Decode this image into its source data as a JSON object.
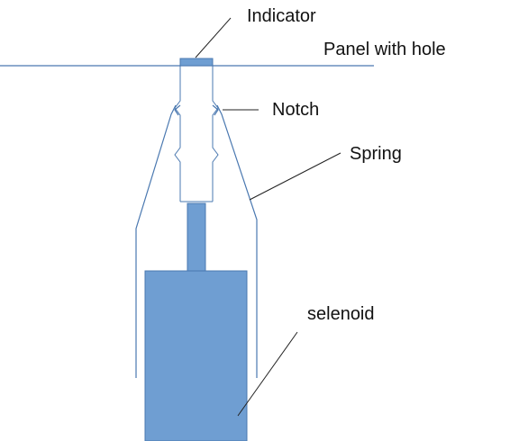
{
  "labels": {
    "indicator": "Indicator",
    "panel": "Panel with hole",
    "notch": "Notch",
    "spring": "Spring",
    "selenoid": "selenoid"
  },
  "colors": {
    "body_fill": "#6f9ed2",
    "body_stroke": "#4a78b0",
    "line": "#4a78b0",
    "leader": "#222222",
    "text": "#111111"
  }
}
